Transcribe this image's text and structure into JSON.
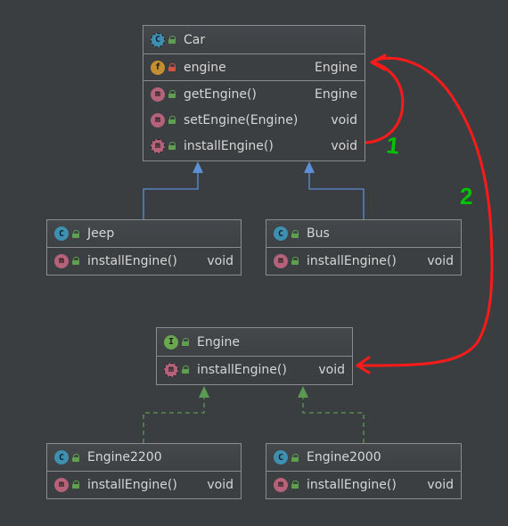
{
  "car": {
    "name": "Car",
    "field": {
      "name": "engine",
      "type": "Engine"
    },
    "methods": [
      {
        "name": "getEngine()",
        "type": "Engine"
      },
      {
        "name": "setEngine(Engine)",
        "type": "void"
      },
      {
        "name": "installEngine()",
        "type": "void"
      }
    ]
  },
  "jeep": {
    "name": "Jeep",
    "method": {
      "name": "installEngine()",
      "type": "void"
    }
  },
  "bus": {
    "name": "Bus",
    "method": {
      "name": "installEngine()",
      "type": "void"
    }
  },
  "engine": {
    "name": "Engine",
    "method": {
      "name": "installEngine()",
      "type": "void"
    }
  },
  "engine2200": {
    "name": "Engine2200",
    "method": {
      "name": "installEngine()",
      "type": "void"
    }
  },
  "engine2000": {
    "name": "Engine2000",
    "method": {
      "name": "installEngine()",
      "type": "void"
    }
  },
  "annotations": {
    "one": "1",
    "two": "2"
  },
  "colors": {
    "arrow_red": "#ff1a1a",
    "mark_green": "#00c400",
    "inherit_blue": "#5b8fd6",
    "impl_green": "#5a9a52"
  }
}
